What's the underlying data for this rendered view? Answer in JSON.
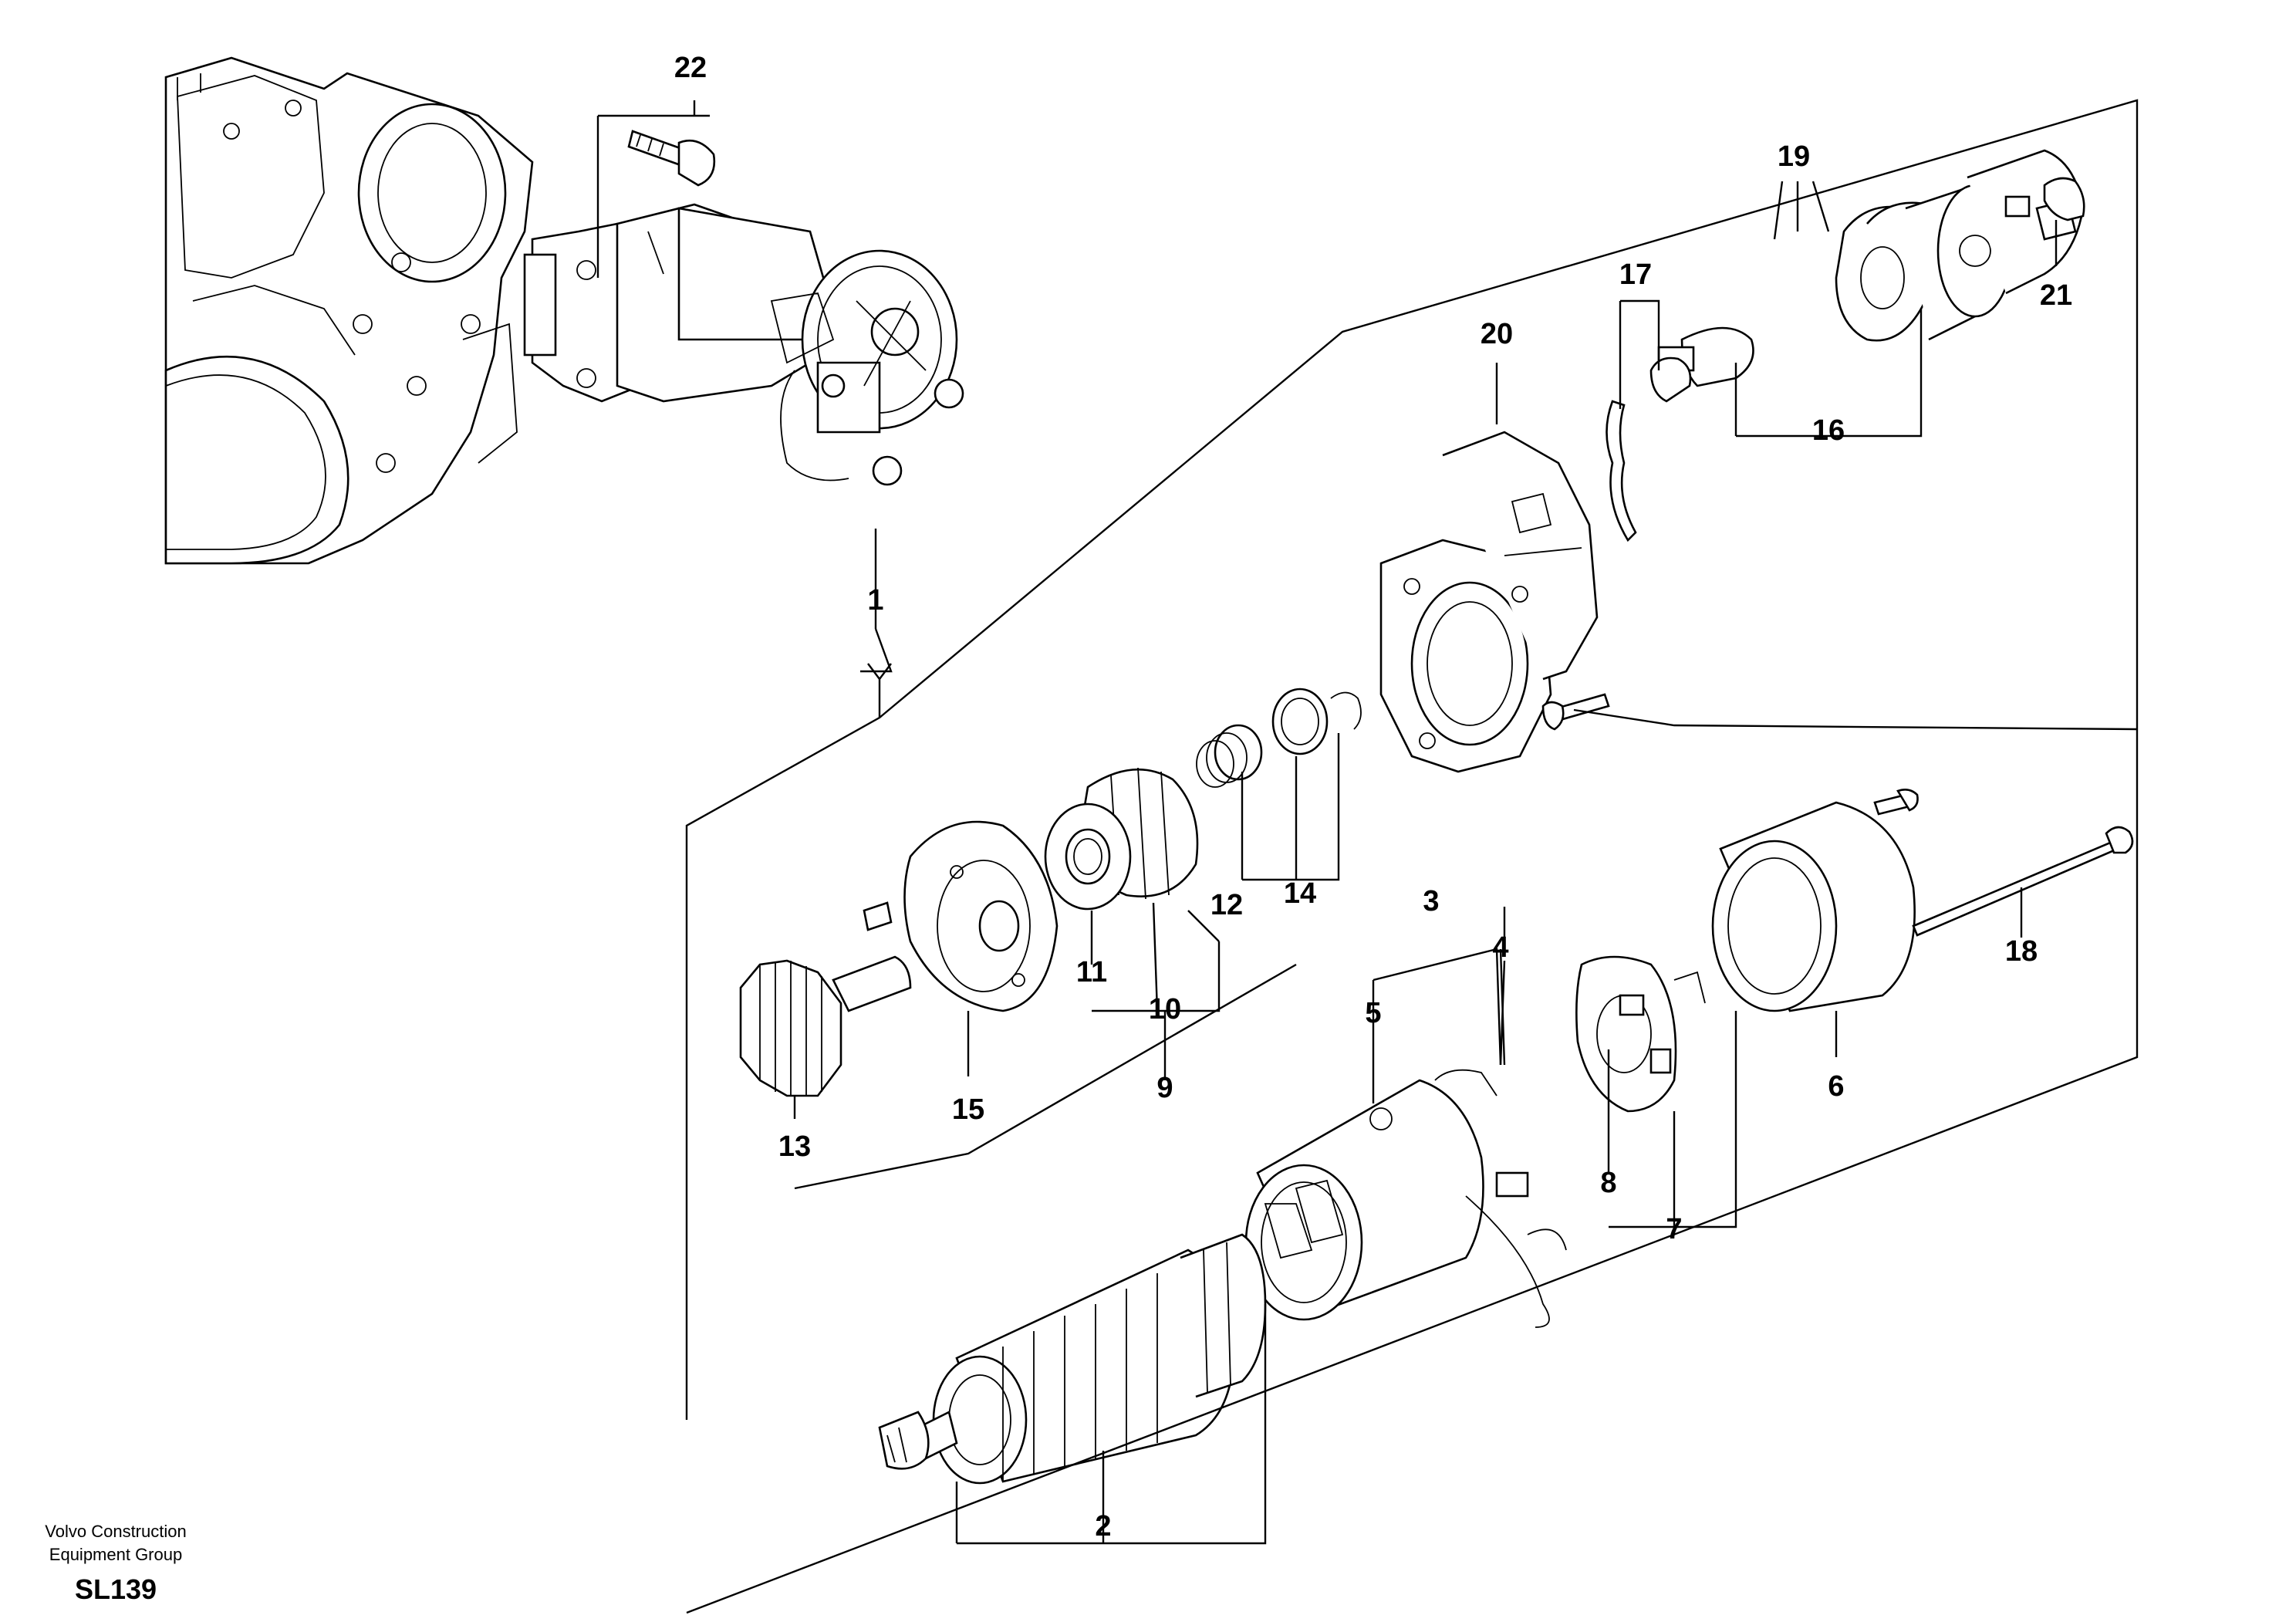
{
  "callouts": [
    {
      "id": "1",
      "label": "1"
    },
    {
      "id": "2",
      "label": "2"
    },
    {
      "id": "3",
      "label": "3"
    },
    {
      "id": "4",
      "label": "4"
    },
    {
      "id": "5",
      "label": "5"
    },
    {
      "id": "6",
      "label": "6"
    },
    {
      "id": "7",
      "label": "7"
    },
    {
      "id": "8",
      "label": "8"
    },
    {
      "id": "9",
      "label": "9"
    },
    {
      "id": "10",
      "label": "10"
    },
    {
      "id": "11",
      "label": "11"
    },
    {
      "id": "12",
      "label": "12"
    },
    {
      "id": "13",
      "label": "13"
    },
    {
      "id": "14",
      "label": "14"
    },
    {
      "id": "15",
      "label": "15"
    },
    {
      "id": "16",
      "label": "16"
    },
    {
      "id": "17",
      "label": "17"
    },
    {
      "id": "18",
      "label": "18"
    },
    {
      "id": "19",
      "label": "19"
    },
    {
      "id": "20",
      "label": "20"
    },
    {
      "id": "21",
      "label": "21"
    },
    {
      "id": "22",
      "label": "22"
    }
  ],
  "footer": {
    "company_line1": "Volvo Construction",
    "company_line2": "Equipment Group",
    "code": "SL139"
  }
}
